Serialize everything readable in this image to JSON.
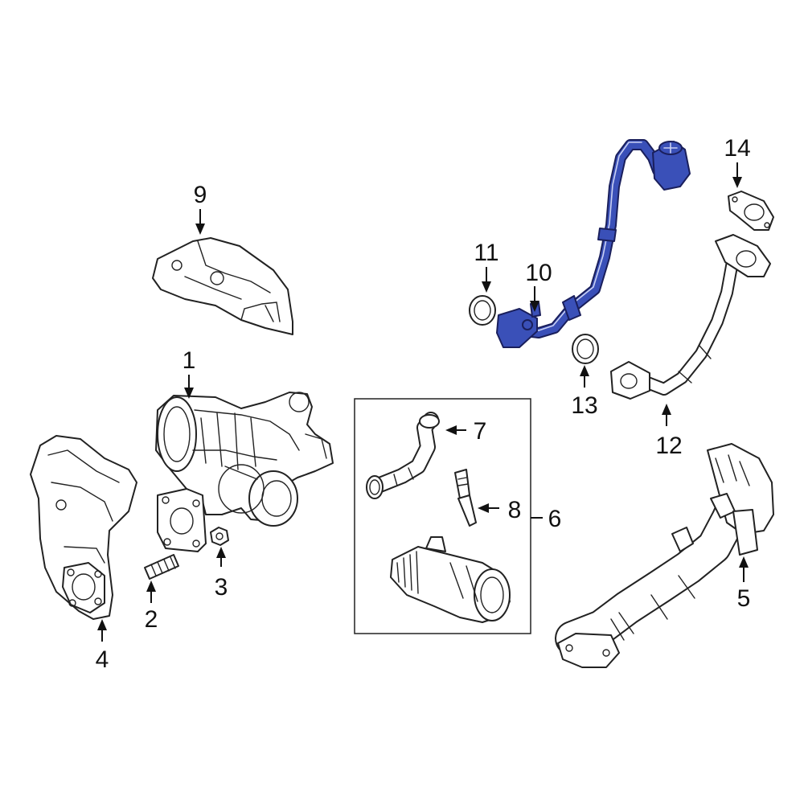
{
  "callouts": {
    "c1": "1",
    "c2": "2",
    "c3": "3",
    "c4": "4",
    "c5": "5",
    "c6": "6",
    "c7": "7",
    "c8": "8",
    "c9": "9",
    "c10": "10",
    "c11": "11",
    "c12": "12",
    "c13": "13",
    "c14": "14"
  },
  "colors": {
    "highlight": "#3a50b8",
    "line": "#222222",
    "background": "#ffffff"
  }
}
